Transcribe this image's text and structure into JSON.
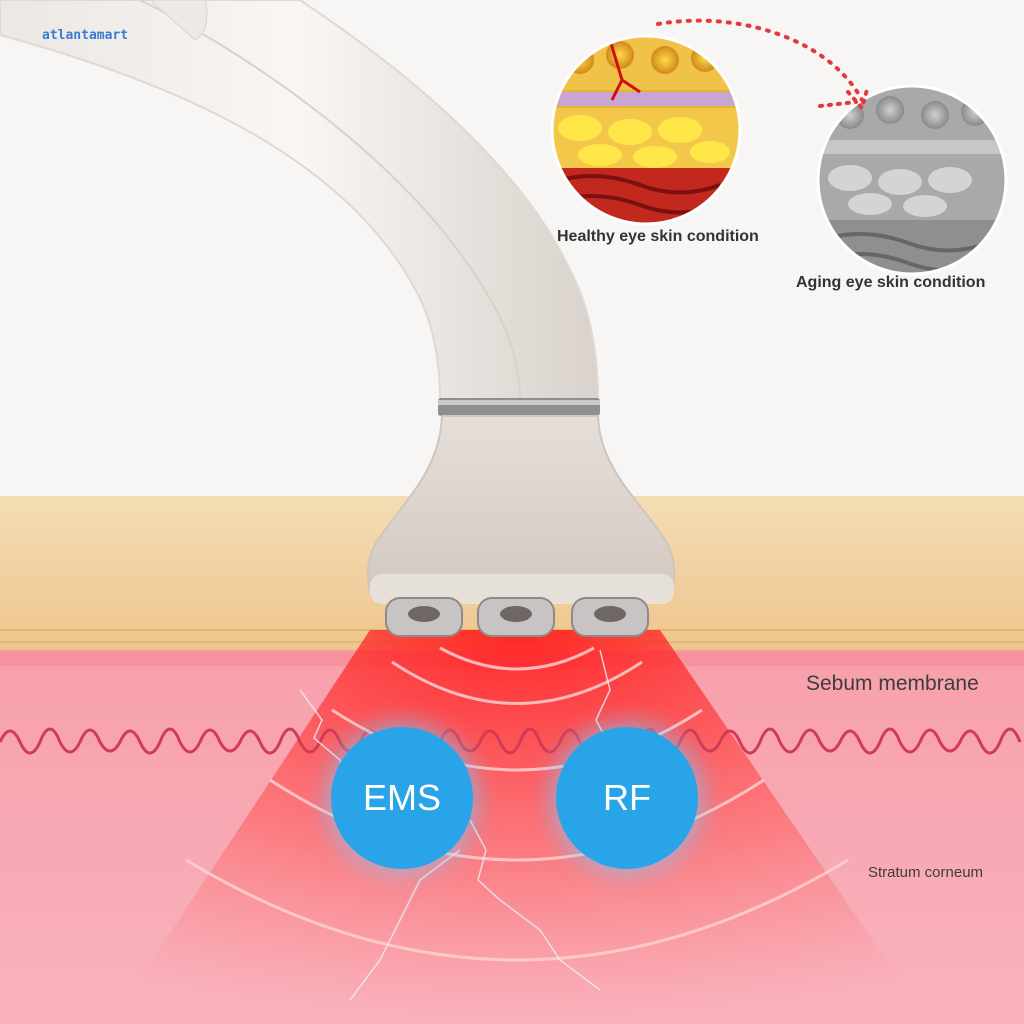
{
  "brand": "atlantamart",
  "captions": {
    "healthy": "Healthy eye skin condition",
    "aging": "Aging eye skin condition"
  },
  "layers": {
    "sebum": "Sebum membrane",
    "stratum": "Stratum corneum"
  },
  "technologies": {
    "ems": "EMS",
    "rf": "RF"
  },
  "colors": {
    "skin_pink": "#f6a6b0",
    "epidermis_tan": "#f0c890",
    "bubble_blue": "#2aa4e8",
    "beam_red": "#ff2a2a",
    "wave_line": "#d23a55"
  }
}
